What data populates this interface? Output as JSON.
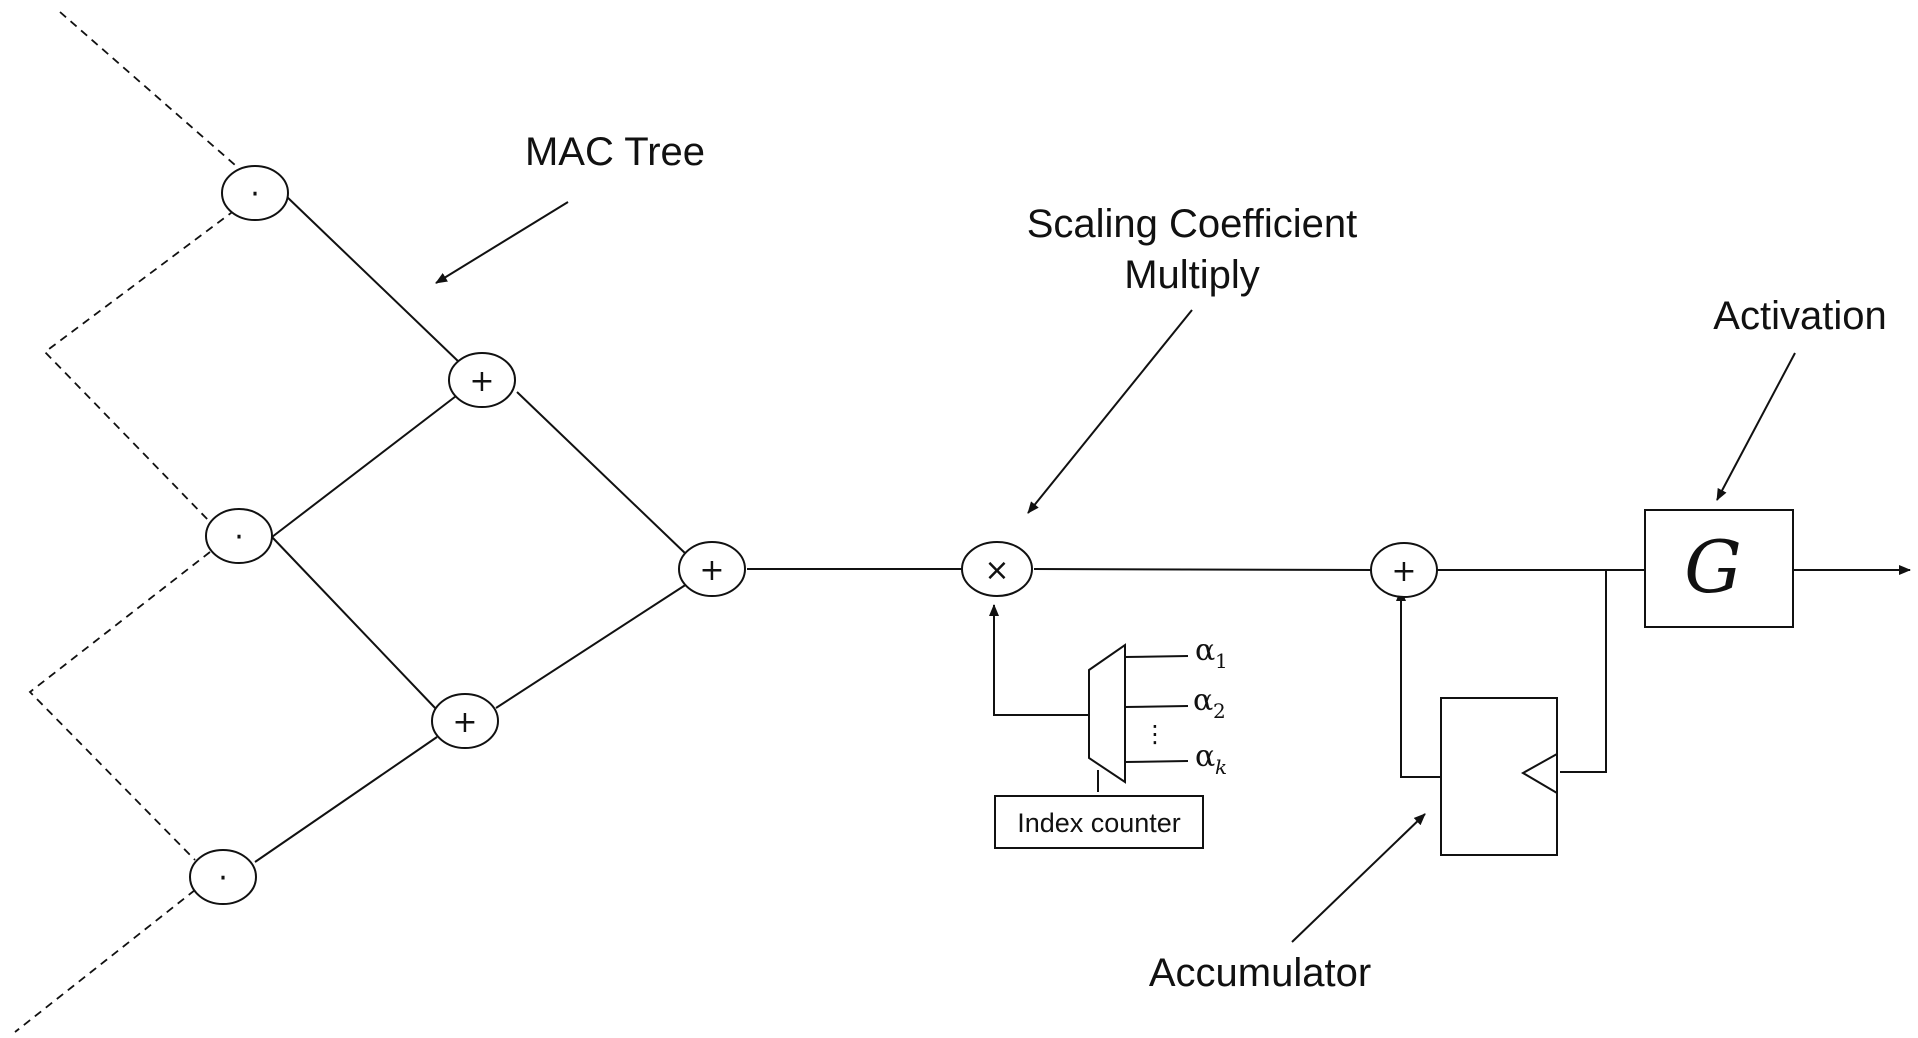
{
  "labels": {
    "mac_tree": "MAC Tree",
    "scaling_line1": "Scaling Coefficient",
    "scaling_line2": "Multiply",
    "activation": "Activation",
    "accumulator": "Accumulator",
    "index_counter": "Index counter",
    "activation_symbol": "G"
  },
  "operators": {
    "dot": "·",
    "plus": "+",
    "times": "×"
  },
  "coefficients": {
    "base": "α",
    "items": [
      "1",
      "2",
      "k"
    ],
    "ellipsis": "⋮"
  }
}
